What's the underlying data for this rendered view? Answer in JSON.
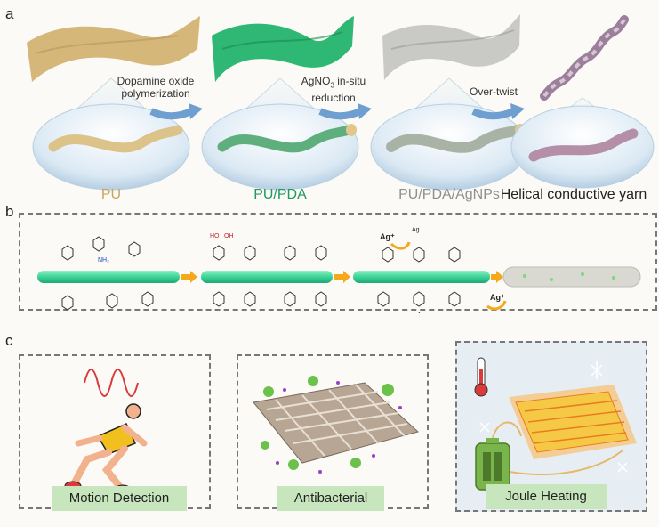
{
  "panels": {
    "a": "a",
    "b": "b",
    "c": "c"
  },
  "steps": [
    {
      "line1": "Dopamine oxide",
      "line2": "polymerization"
    },
    {
      "line1_pre": "AgNO",
      "line1_sub": "3",
      "line1_post": " in-situ",
      "line2": "reduction"
    },
    {
      "line1": "Over-twist",
      "line2": ""
    }
  ],
  "materials": [
    {
      "label": "PU",
      "color": "#c9a55a"
    },
    {
      "label": "PU/PDA",
      "color": "#1f9a5c"
    },
    {
      "label": "PU/PDA/AgNPs",
      "color": "#8f8f8f"
    },
    {
      "label": "Helical conductive yarn",
      "color": "#222222"
    }
  ],
  "ions": {
    "ag_plus": "Ag⁺",
    "ag": "Ag",
    "ho": "HO",
    "oh": "OH",
    "nh2": "NH₂"
  },
  "applications": [
    {
      "label": "Motion Detection"
    },
    {
      "label": "Antibacterial"
    },
    {
      "label": "Joule Heating"
    }
  ]
}
